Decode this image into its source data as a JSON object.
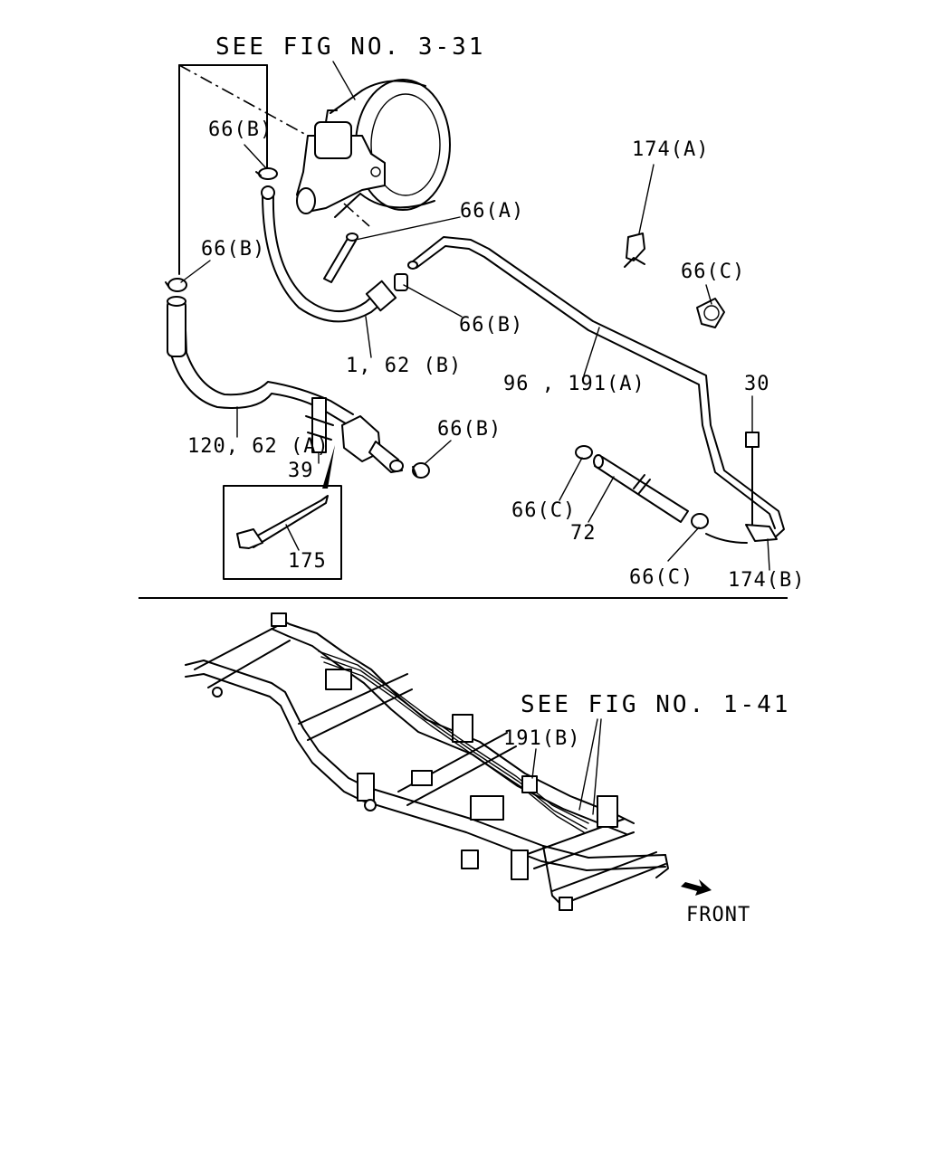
{
  "labels": {
    "see_fig_top": "SEE FIG NO. 3-31",
    "p66b_1": "66(B)",
    "p66b_2": "66(B)",
    "p66a": "66(A)",
    "p66b_3": "66(B)",
    "p1_62b": "1, 62 (B)",
    "p174a": "174(A)",
    "p66c_1": "66(C)",
    "p96_191a": "96 , 191(A)",
    "p30": "30",
    "p120_62a": "120, 62 (A)",
    "p66b_4": "66(B)",
    "p39": "39",
    "p175": "175",
    "p66c_2": "66(C)",
    "p72": "72",
    "p66c_3": "66(C)",
    "p174b": "174(B)",
    "see_fig_bottom": "SEE FIG NO. 1-41",
    "p191b": "191(B)",
    "front": "FRONT"
  },
  "icons": {
    "front_arrow": "front-arrow-icon"
  }
}
